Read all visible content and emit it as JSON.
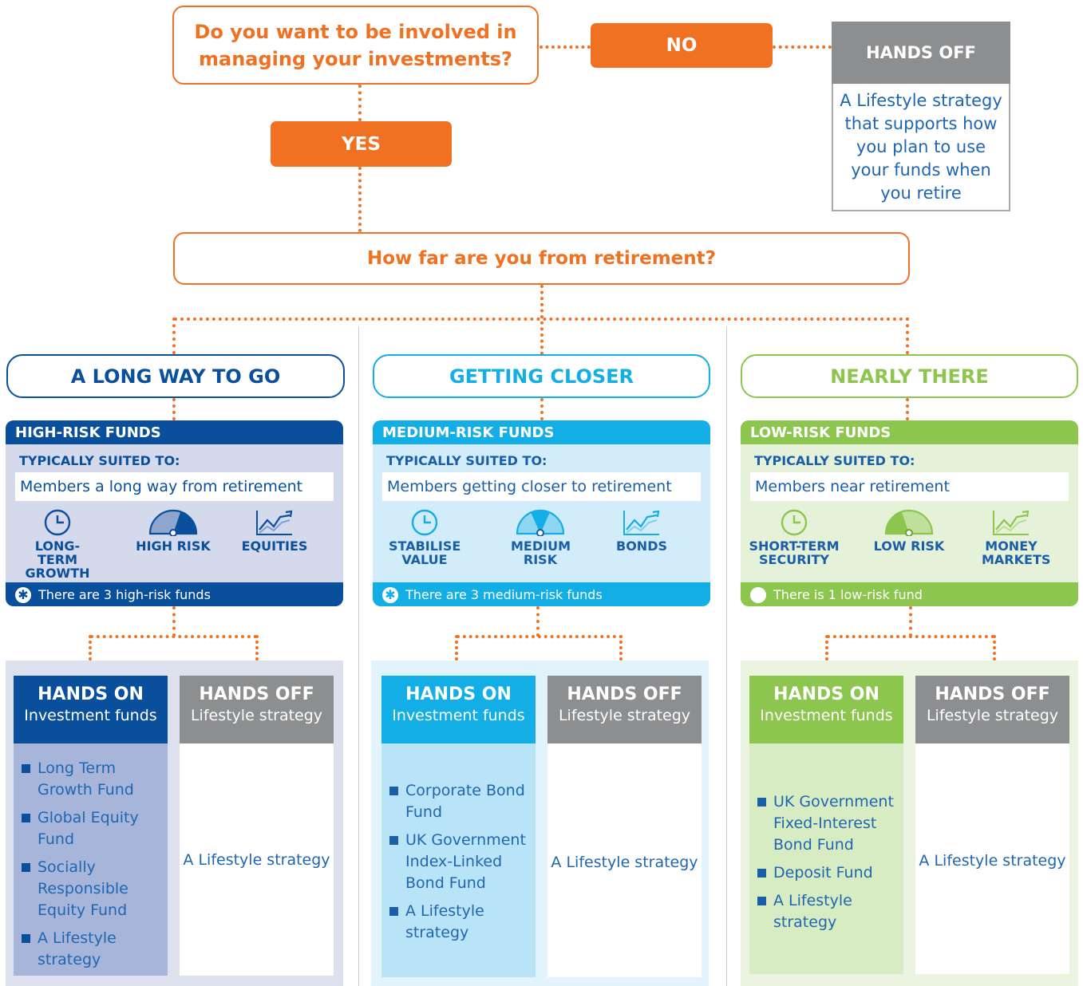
{
  "top": {
    "question": "Do you want to be involved in managing your investments?",
    "no_label": "NO",
    "yes_label": "YES",
    "hands_off_title": "HANDS OFF",
    "hands_off_text": "A Lifestyle strategy that supports how you plan to use your funds when you retire",
    "retirement_question": "How far are you from retirement?"
  },
  "columns": [
    {
      "stage": "A LONG WAY TO GO",
      "fund_type": "HIGH-RISK FUNDS",
      "suited_label": "TYPICALLY SUITED TO:",
      "suited_text": "Members a long way from retirement",
      "features": [
        "LONG-TERM GROWTH",
        "HIGH RISK",
        "EQUITIES"
      ],
      "fund_count": "There are 3 high-risk funds",
      "hands_on_title": "HANDS ON",
      "hands_on_sub": "Investment funds",
      "hands_off_title": "HANDS OFF",
      "hands_off_sub": "Lifestyle strategy",
      "funds": [
        "Long Term Growth Fund",
        "Global Equity Fund",
        "Socially Responsible Equity Fund",
        "A Lifestyle strategy"
      ],
      "lifestyle_text": "A Lifestyle strategy"
    },
    {
      "stage": "GETTING CLOSER",
      "fund_type": "MEDIUM-RISK FUNDS",
      "suited_label": "TYPICALLY SUITED TO:",
      "suited_text": "Members getting closer to retirement",
      "features": [
        "STABILISE VALUE",
        "MEDIUM RISK",
        "BONDS"
      ],
      "fund_count": "There are 3 medium-risk funds",
      "hands_on_title": "HANDS ON",
      "hands_on_sub": "Investment funds",
      "hands_off_title": "HANDS OFF",
      "hands_off_sub": "Lifestyle strategy",
      "funds": [
        "Corporate Bond Fund",
        "UK Government Index-Linked Bond Fund",
        "A Lifestyle strategy"
      ],
      "lifestyle_text": "A Lifestyle strategy"
    },
    {
      "stage": "NEARLY THERE",
      "fund_type": "LOW-RISK FUNDS",
      "suited_label": "TYPICALLY SUITED TO:",
      "suited_text": "Members near retirement",
      "features": [
        "SHORT-TERM SECURITY",
        "LOW RISK",
        "MONEY MARKETS"
      ],
      "fund_count": "There is 1 low-risk fund",
      "hands_on_title": "HANDS ON",
      "hands_on_sub": "Investment funds",
      "hands_off_title": "HANDS OFF",
      "hands_off_sub": "Lifestyle strategy",
      "funds": [
        "UK Government Fixed-Interest Bond Fund",
        "Deposit Fund",
        "A Lifestyle strategy"
      ],
      "lifestyle_text": "A Lifestyle strategy"
    }
  ],
  "colors": {
    "orange": "#f07122",
    "high_risk": "#0a4f9c",
    "medium_risk": "#13aee5",
    "low_risk": "#8cc64f",
    "grey": "#8c8e90"
  },
  "icons": {
    "features": [
      "clock-icon",
      "gauge-icon",
      "chart-icon"
    ],
    "fund_count": [
      "asterisk-icon",
      "asterisk-icon",
      "dot-icon"
    ]
  }
}
